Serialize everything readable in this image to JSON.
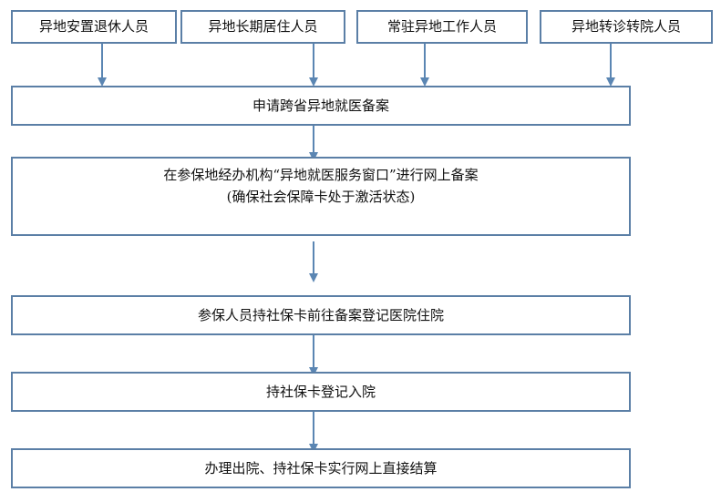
{
  "diagram": {
    "top_boxes": [
      {
        "label": "异地安置退休人员"
      },
      {
        "label": "异地长期居住人员"
      },
      {
        "label": "常驻异地工作人员"
      },
      {
        "label": "异地转诊转院人员"
      }
    ],
    "steps": [
      {
        "label": "申请跨省异地就医备案"
      },
      {
        "label": "在参保地经办机构“异地就医服务窗口”进行网上备案",
        "sublabel": "(确保社会保障卡处于激活状态)"
      },
      {
        "label": "参保人员持社保卡前往备案登记医院住院"
      },
      {
        "label": "持社保卡登记入院"
      },
      {
        "label": "办理出院、持社保卡实行网上直接结算"
      }
    ],
    "colors": {
      "border": "#5b7fa6",
      "arrow": "#5b86b3",
      "text": "#111111"
    }
  }
}
